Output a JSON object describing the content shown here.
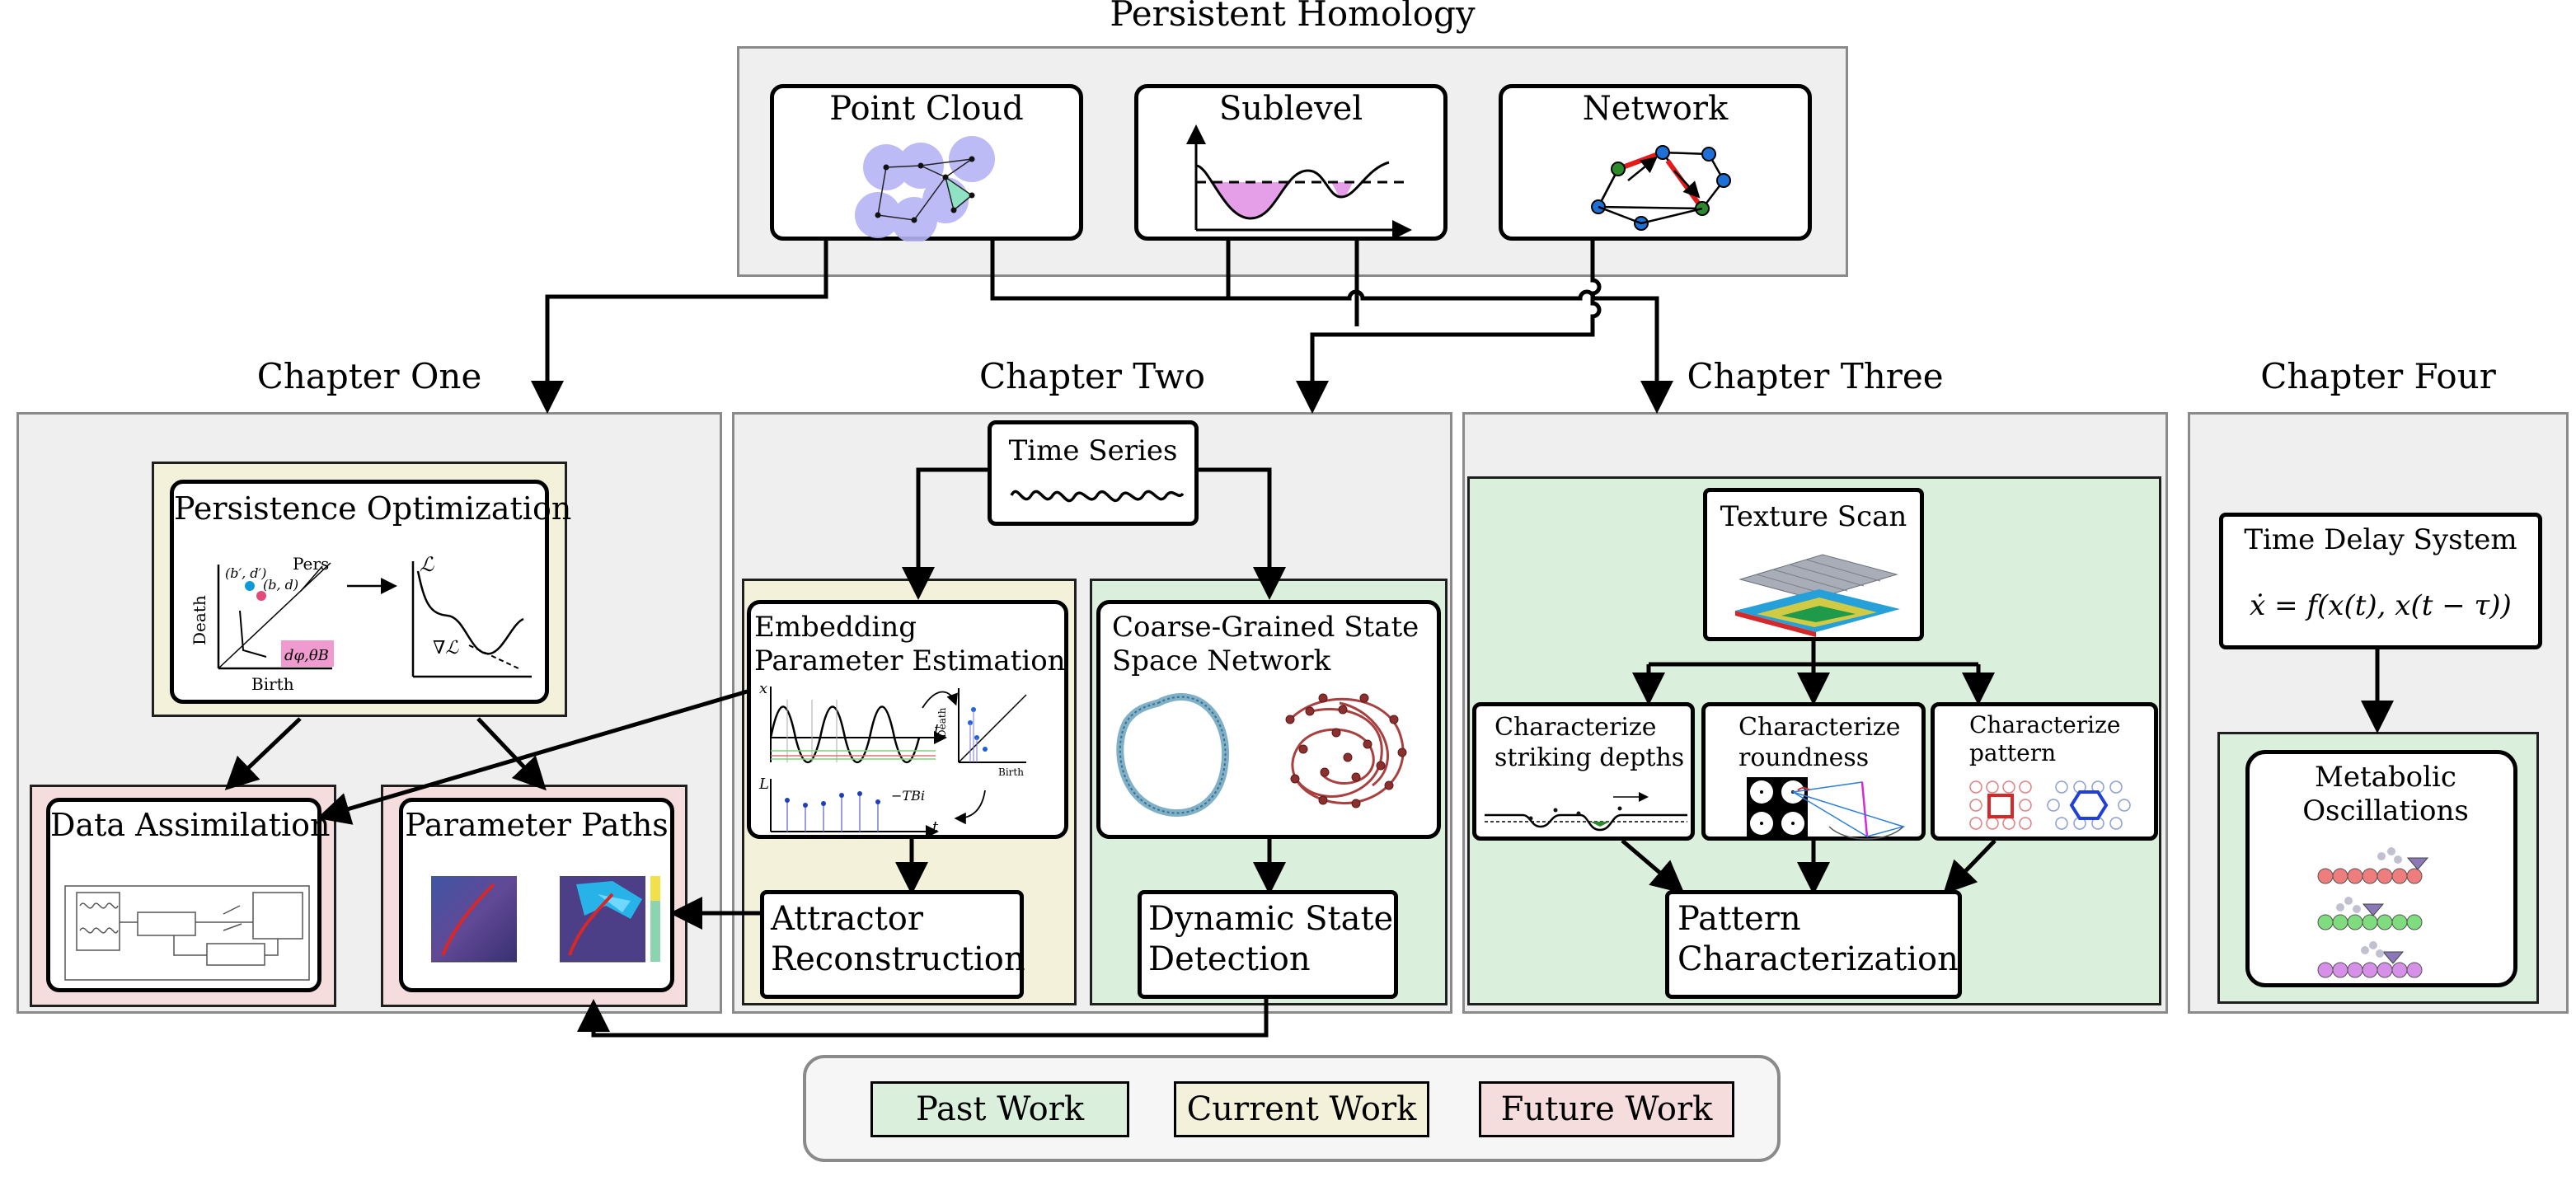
{
  "top": {
    "title": "Persistent Homology",
    "point_cloud": "Point Cloud",
    "sublevel": "Sublevel",
    "network": "Network"
  },
  "chapters": {
    "one": "Chapter One",
    "two": "Chapter Two",
    "three": "Chapter Three",
    "four": "Chapter Four"
  },
  "ch1": {
    "persistence_optimization": "Persistence Optimization",
    "axis_death": "Death",
    "axis_birth": "Birth",
    "pers_label": "Pers",
    "pt_bd": "(b, d)",
    "pt_bd_prime": "(b′, d′)",
    "loss_symbol": "ℒ",
    "grad_symbol": "∇ℒ",
    "pink_label": "dφ,θB",
    "data_assimilation": "Data Assimilation",
    "parameter_paths": "Parameter Paths"
  },
  "ch2": {
    "time_series": "Time Series",
    "embedding_line1": "Embedding",
    "embedding_line2": "Parameter Estimation",
    "emb_x": "x",
    "emb_t": "t",
    "emb_L": "L",
    "emb_T": "−TBi",
    "emb_death": "Death",
    "emb_birth": "Birth",
    "coarse_line1": "Coarse-Grained State",
    "coarse_line2": "Space Network",
    "attractor_line1": "Attractor",
    "attractor_line2": "Reconstruction",
    "dynamic_line1": "Dynamic State",
    "dynamic_line2": "Detection"
  },
  "ch3": {
    "texture_scan": "Texture Scan",
    "striking_line1": "Characterize",
    "striking_line2": "striking depths",
    "roundness_line1": "Characterize",
    "roundness_line2": "roundness",
    "pattern_line1": "Characterize",
    "pattern_line2": "pattern",
    "pattern_char_line1": "Pattern",
    "pattern_char_line2": "Characterization"
  },
  "ch4": {
    "time_delay": "Time Delay System",
    "equation": "ẋ = f(x(t), x(t − τ))",
    "metabolic_line1": "Metabolic",
    "metabolic_line2": "Oscillations"
  },
  "legend": {
    "past": "Past Work",
    "current": "Current Work",
    "future": "Future Work"
  },
  "colors": {
    "past": "#dbf0dc",
    "current": "#f4f1da",
    "future": "#f5dddd",
    "section": "#efefef"
  }
}
